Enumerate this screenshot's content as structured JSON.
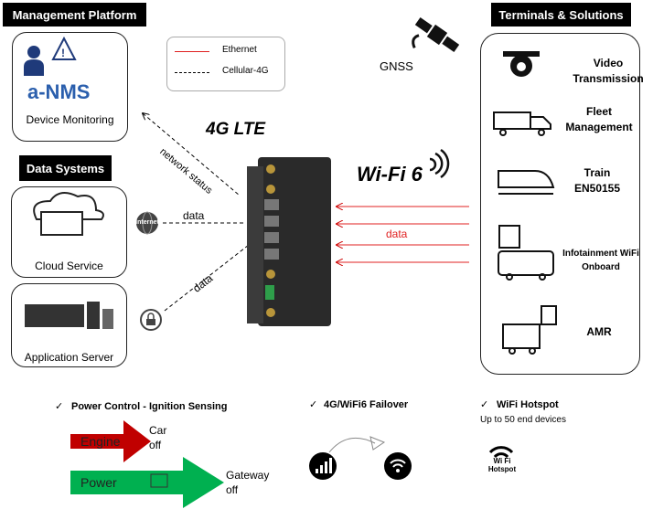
{
  "management": {
    "header": "Management Platform",
    "logo": "a-NMS",
    "caption": "Device Monitoring"
  },
  "legend": {
    "ethernet": "Ethernet",
    "cellular": "Cellular-4G",
    "ethernet_color": "#e02020"
  },
  "center": {
    "lte": "4G LTE",
    "wifi6": "Wi-Fi 6",
    "gnss": "GNSS",
    "network_status": "network status",
    "data_internet": "data",
    "data_server": "data",
    "data_wifi": "data"
  },
  "data_systems": {
    "header": "Data Systems",
    "cloud": "Cloud Service",
    "server": "Application Server",
    "internet_icon_label": "Internet"
  },
  "terminals": {
    "header": "Terminals & Solutions",
    "items": [
      {
        "label": "Video Transmission",
        "icon": "camera-icon"
      },
      {
        "label": "Fleet Management",
        "icon": "truck-icon"
      },
      {
        "label": "Train EN50155",
        "icon": "train-icon"
      },
      {
        "label": "Infotainment WiFi Onboard",
        "icon": "bus-icon"
      },
      {
        "label": "AMR",
        "icon": "robot-forklift-icon"
      }
    ]
  },
  "features": {
    "power": {
      "title": "Power Control - Ignition Sensing",
      "engine": "Engine",
      "car_off": "Car off",
      "power": "Power",
      "gateway_off": "Gateway off",
      "engine_color": "#c00000",
      "power_color": "#00b050"
    },
    "failover": {
      "title": "4G/WiFi6 Failover"
    },
    "hotspot": {
      "title": "WiFi Hotspot",
      "subtitle": "Up to 50 end devices",
      "icon_text": "Wi Fi",
      "icon_sub": "Hotspot"
    },
    "check": "✓"
  }
}
